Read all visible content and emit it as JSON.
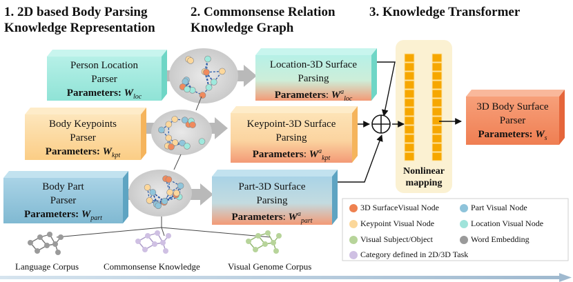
{
  "titles": [
    {
      "line1": "1. 2D based Body Parsing",
      "line2": "Knowledge Representation"
    },
    {
      "line1": "2. Commonsense Relation",
      "line2": "Knowledge Graph"
    },
    {
      "line1": "3. Knowledge Transformer",
      "line2": ""
    }
  ],
  "parsers": {
    "loc": {
      "line1": "Person Location",
      "line2": "Parser",
      "param_label": "Parameters:",
      "param_symbol": "W",
      "param_sub": "loc"
    },
    "kpt": {
      "line1": "Body Keypoints",
      "line2": "Parser",
      "param_label": "Parameters:",
      "param_symbol": "W",
      "param_sub": "kpt"
    },
    "part": {
      "line1": "Body Part",
      "line2": "Parser",
      "param_label": "Parameters:",
      "param_symbol": "W",
      "param_sub": "part"
    }
  },
  "surfaces": {
    "loc": {
      "line1": "Location-3D Surface",
      "line2": "Parsing",
      "param_label": "Parameters",
      "param_symbol": "W",
      "param_sup": "a",
      "param_sub": "loc"
    },
    "kpt": {
      "line1": "Keypoint-3D Surface",
      "line2": "Parsing",
      "param_label": "Parameters",
      "param_symbol": "W",
      "param_sup": "a",
      "param_sub": "kpt"
    },
    "part": {
      "line1": "Part-3D Surface",
      "line2": "Parsing",
      "param_label": "Parameters",
      "param_symbol": "W",
      "param_sup": "a",
      "param_sub": "part"
    }
  },
  "output": {
    "line1": "3D Body Surface",
    "line2": "Parser",
    "param_label": "Parameters:",
    "param_symbol": "W",
    "param_sub": "s"
  },
  "transformer": {
    "line1": "Nonlinear",
    "line2": "mapping"
  },
  "corpora": [
    "Language Corpus",
    "Commonsense Knowledge",
    "Visual Genome Corpus"
  ],
  "legend": [
    {
      "label": "3D SurfaceVisual Node",
      "color": "#ee8150"
    },
    {
      "label": "Part Visual Node",
      "color": "#8ec3da"
    },
    {
      "label": "Keypoint Visual Node",
      "color": "#fbd79a"
    },
    {
      "label": "Location Visual Node",
      "color": "#9fe3da"
    },
    {
      "label": "Visual Subject/Object",
      "color": "#b7d49a"
    },
    {
      "label": "Word Embedding",
      "color": "#9a9a9a"
    },
    {
      "label": "Category defined in 2D/3D Task",
      "color": "#cfc0e3"
    }
  ],
  "colors": {
    "location": "#9fe9dd",
    "keypoint": "#fcd79b",
    "part": "#8fc5db",
    "surface": "#f08a5d",
    "transformer_bg": "#fbf1d2",
    "transformer_bar": "#f6a700",
    "edge": "#2a5ca8"
  }
}
